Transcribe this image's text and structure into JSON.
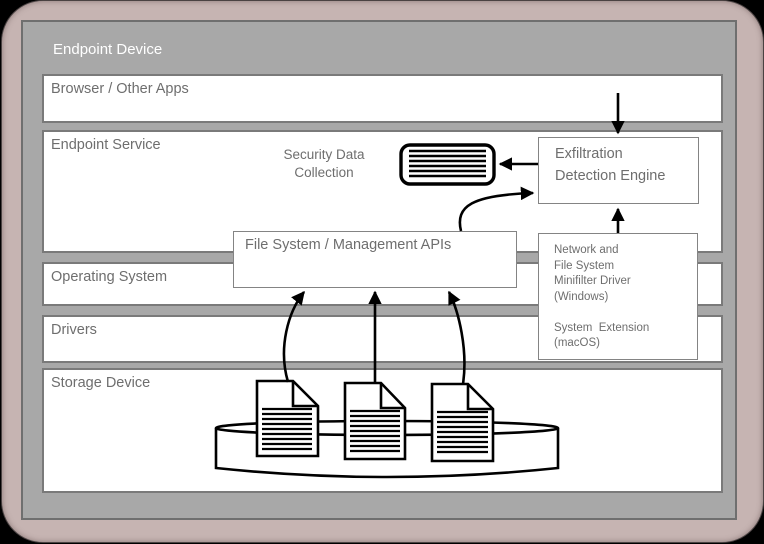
{
  "window": {
    "title": "Endpoint Device"
  },
  "layers": [
    {
      "id": "browser",
      "label": "Browser / Other Apps"
    },
    {
      "id": "endpoint-service",
      "label": "Endpoint Service"
    },
    {
      "id": "operating-system",
      "label": "Operating System"
    },
    {
      "id": "drivers",
      "label": "Drivers"
    },
    {
      "id": "storage-device",
      "label": "Storage Device"
    }
  ],
  "nodes": {
    "security_collection": {
      "label": "Security Data\nCollection"
    },
    "exfiltration": {
      "label": "Exfiltration\nDetection Engine"
    },
    "fs_apis": {
      "label": "File System / Management APIs"
    },
    "minifilter": {
      "label": "Network and\nFile System\nMinifilter Driver\n(Windows)\n\nSystem  Extension\n(macOS)"
    }
  },
  "icons": {
    "log_store": "log-buffer-icon",
    "documents": "document-icon",
    "disk": "disk-cylinder-icon"
  },
  "colors": {
    "frame": "#c6b4b2",
    "container": "#a8a8a8",
    "layer_fill": "#ffffff",
    "layer_border": "#7a7a7a",
    "text_gray": "#6e6e6e",
    "title_text": "#ffffff",
    "line_black": "#000000"
  }
}
